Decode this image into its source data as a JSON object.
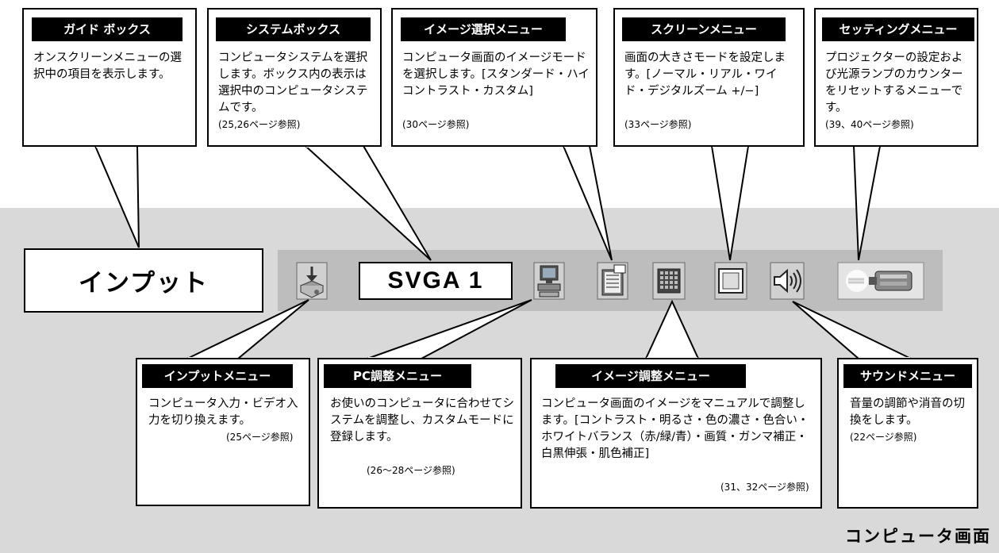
{
  "caption": "コンピュータ画面",
  "menubar": {
    "input_label": "インプット",
    "system_label": "SVGA 1"
  },
  "callouts": {
    "guide": {
      "title": "ガイド ボックス",
      "body": "オンスクリーンメニューの選択中の項目を表示します。"
    },
    "system": {
      "title": "システムボックス",
      "body": "コンピュータシステムを選択します。ボックス内の表示は選択中のコンピュータシステムです。",
      "ref": "(25,26ページ参照)"
    },
    "image_select": {
      "title": "イメージ選択メニュー",
      "body": "コンピュータ画面のイメージモードを選択します。[スタンダード・ハイコントラスト・カスタム]",
      "ref": "(30ページ参照)"
    },
    "screen": {
      "title": "スクリーンメニュー",
      "body": "画面の大きさモードを設定します。[ノーマル・リアル・ワイド・デジタルズーム +/−]",
      "ref": "(33ページ参照)"
    },
    "setting": {
      "title": "セッティングメニュー",
      "body": "プロジェクターの設定および光源ランプのカウンターをリセットするメニューです。",
      "ref": "(39、40ページ参照)"
    },
    "input_menu": {
      "title": "インプットメニュー",
      "body": "コンピュータ入力・ビデオ入力を切り換えます。",
      "ref": "(25ページ参照)"
    },
    "pc_adjust": {
      "title": "PC調整メニュー",
      "body": "お使いのコンピュータに合わせてシステムを調整し、カスタムモードに登録します。",
      "ref": "(26〜28ページ参照)"
    },
    "image_adjust": {
      "title": "イメージ調整メニュー",
      "body": "コンピュータ画面のイメージをマニュアルで調整します。[コントラスト・明るさ・色の濃さ・色合い・ホワイトバランス（赤/緑/青）・画質・ガンマ補正・白黒伸張・肌色補正]",
      "ref": "(31、32ページ参照)"
    },
    "sound": {
      "title": "サウンドメニュー",
      "body": "音量の調節や消音の切換をします。",
      "ref": "(22ページ参照)"
    }
  },
  "icons": [
    "input-icon",
    "pc-adjust-icon",
    "image-select-icon",
    "image-adjust-icon",
    "screen-icon",
    "sound-icon",
    "setting-icon"
  ]
}
